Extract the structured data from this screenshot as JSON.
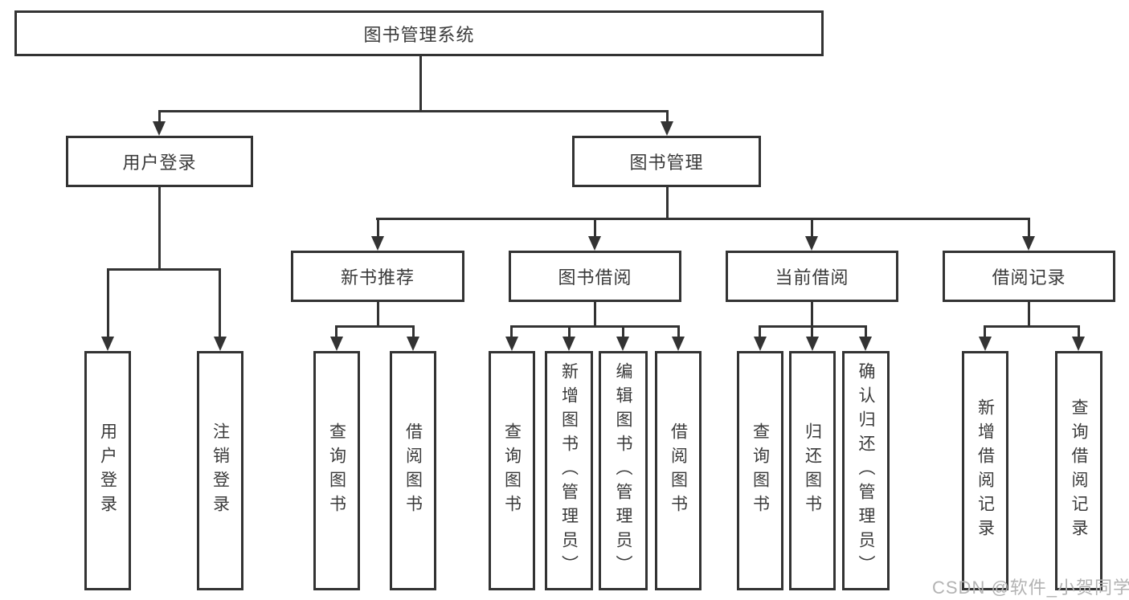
{
  "title": "图书管理系统",
  "watermark": "CSDN @软件_小贺同学",
  "tree": {
    "root": "图书管理系统",
    "branches": [
      {
        "label": "用户登录",
        "children": [
          {
            "label": "用户登录"
          },
          {
            "label": "注销登录"
          }
        ]
      },
      {
        "label": "图书管理",
        "children": [
          {
            "label": "新书推荐",
            "children": [
              {
                "label": "查询图书"
              },
              {
                "label": "借阅图书"
              }
            ]
          },
          {
            "label": "图书借阅",
            "children": [
              {
                "label": "查询图书"
              },
              {
                "label": "新增图书（管理员）"
              },
              {
                "label": "编辑图书（管理员）"
              },
              {
                "label": "借阅图书"
              }
            ]
          },
          {
            "label": "当前借阅",
            "children": [
              {
                "label": "查询图书"
              },
              {
                "label": "归还图书"
              },
              {
                "label": "确认归还（管理员）"
              }
            ]
          },
          {
            "label": "借阅记录",
            "children": [
              {
                "label": "新增借阅记录"
              },
              {
                "label": "查询借阅记录"
              }
            ]
          }
        ]
      }
    ]
  },
  "colors": {
    "line": "#333333",
    "text": "#3a3a3a",
    "watermark": "#b3b3b3",
    "background": "#ffffff"
  }
}
